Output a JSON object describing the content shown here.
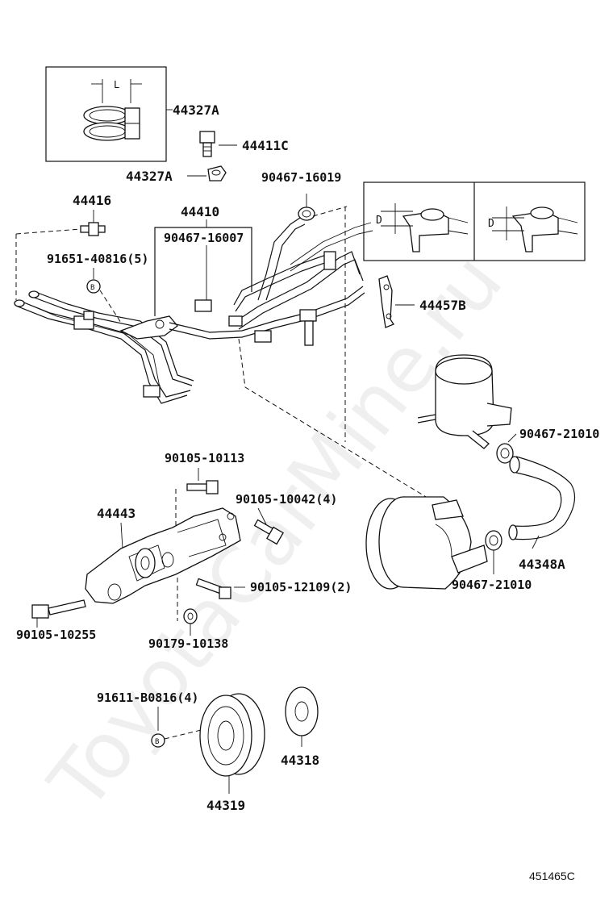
{
  "watermark": "ToyotaCarMine.ru",
  "diagram_ref": "451465C",
  "parts": {
    "p44327A_top": "44327A",
    "p44411C": "44411C",
    "p44327A_mid": "44327A",
    "p90467_16019": "90467-16019",
    "p44416": "44416",
    "p44410": "44410",
    "p90467_16007": "90467-16007",
    "p91651": "91651-40816(5)",
    "p44457B": "44457B",
    "p90467_21010_top": "90467-21010",
    "p90105_10113": "90105-10113",
    "p90105_10042": "90105-10042(4)",
    "p44443": "44443",
    "p44348A": "44348A",
    "p90105_12109": "90105-12109(2)",
    "p90467_21010_bot": "90467-21010",
    "p90105_10255": "90105-10255",
    "p90179_10138": "90179-10138",
    "p91611": "91611-B0816(4)",
    "p44318": "44318",
    "p44319": "44319"
  },
  "inset_labels": {
    "L": "L",
    "D_left": "D",
    "D_right": "D",
    "B1": "B",
    "B2": "B"
  }
}
